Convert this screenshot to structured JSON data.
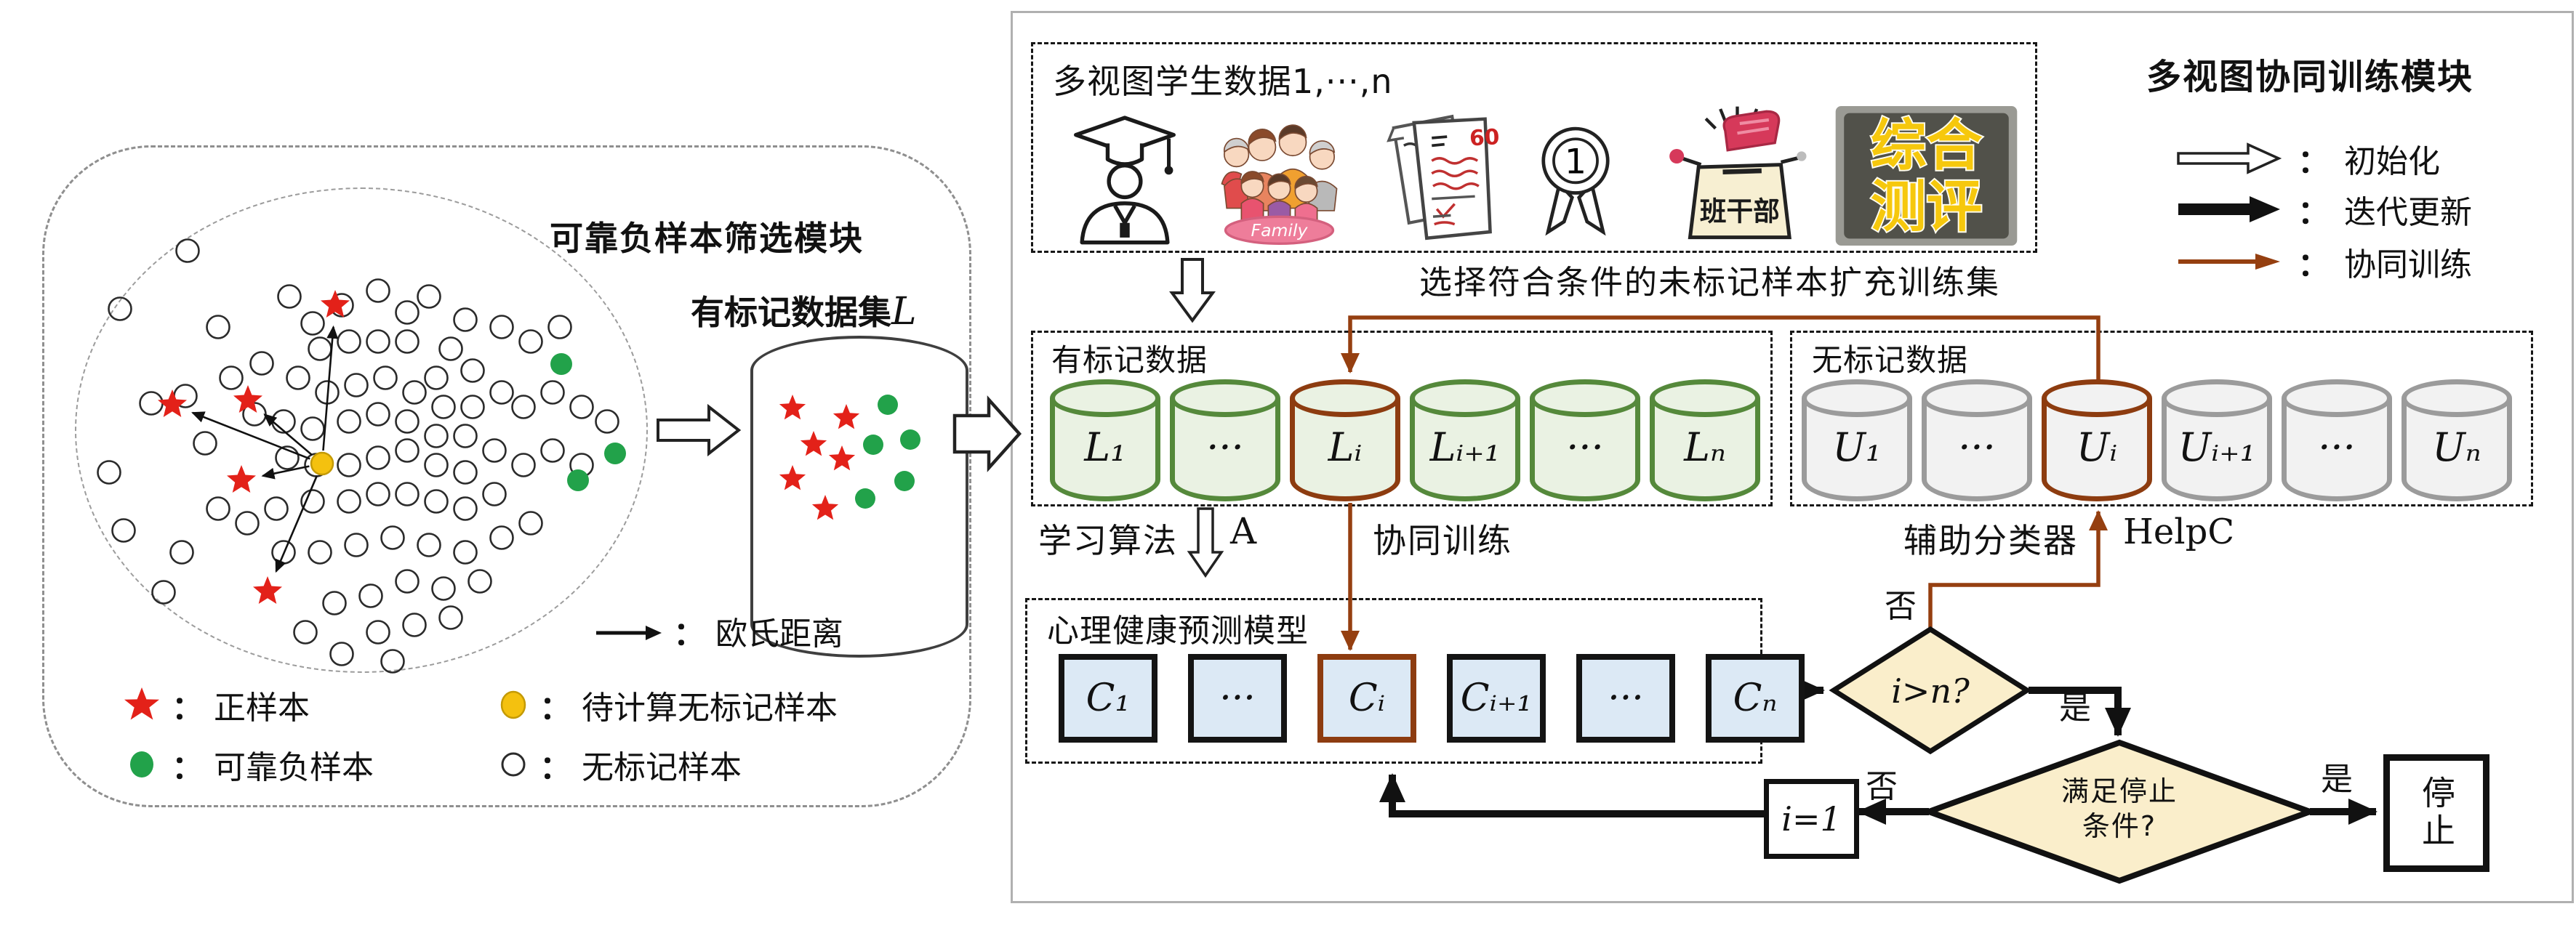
{
  "left_module": {
    "title": "可靠负样本筛选模块",
    "dataset_label": "有标记数据集",
    "dataset_var": "L",
    "distance_legend": {
      "label": "欧氏距离",
      "colon": "："
    },
    "legend": [
      {
        "symbol": "red-star",
        "label": "正样本"
      },
      {
        "symbol": "yellow-dot",
        "label": "待计算无标记样本"
      },
      {
        "symbol": "green-dot",
        "label": "可靠负样本"
      },
      {
        "symbol": "hollow-circle",
        "label": "无标记样本"
      }
    ],
    "scatter": {
      "circles": [
        [
          258,
          345
        ],
        [
          165,
          425
        ],
        [
          208,
          555
        ],
        [
          150,
          650
        ],
        [
          170,
          730
        ],
        [
          225,
          815
        ],
        [
          250,
          760
        ],
        [
          300,
          700
        ],
        [
          282,
          610
        ],
        [
          255,
          545
        ],
        [
          318,
          520
        ],
        [
          360,
          500
        ],
        [
          300,
          450
        ],
        [
          398,
          408
        ],
        [
          430,
          445
        ],
        [
          470,
          420
        ],
        [
          520,
          400
        ],
        [
          560,
          430
        ],
        [
          590,
          408
        ],
        [
          640,
          440
        ],
        [
          690,
          450
        ],
        [
          730,
          470
        ],
        [
          770,
          450
        ],
        [
          620,
          480
        ],
        [
          650,
          510
        ],
        [
          600,
          520
        ],
        [
          560,
          470
        ],
        [
          520,
          470
        ],
        [
          480,
          470
        ],
        [
          440,
          480
        ],
        [
          410,
          520
        ],
        [
          450,
          540
        ],
        [
          490,
          530
        ],
        [
          530,
          520
        ],
        [
          570,
          540
        ],
        [
          610,
          560
        ],
        [
          650,
          560
        ],
        [
          690,
          540
        ],
        [
          720,
          560
        ],
        [
          760,
          540
        ],
        [
          800,
          560
        ],
        [
          835,
          580
        ],
        [
          640,
          600
        ],
        [
          600,
          600
        ],
        [
          560,
          580
        ],
        [
          520,
          570
        ],
        [
          480,
          580
        ],
        [
          430,
          590
        ],
        [
          390,
          580
        ],
        [
          350,
          570
        ],
        [
          395,
          630
        ],
        [
          435,
          640
        ],
        [
          480,
          640
        ],
        [
          520,
          630
        ],
        [
          560,
          620
        ],
        [
          600,
          640
        ],
        [
          640,
          650
        ],
        [
          680,
          620
        ],
        [
          720,
          640
        ],
        [
          760,
          620
        ],
        [
          800,
          640
        ],
        [
          680,
          680
        ],
        [
          640,
          700
        ],
        [
          600,
          690
        ],
        [
          560,
          680
        ],
        [
          520,
          680
        ],
        [
          480,
          690
        ],
        [
          430,
          690
        ],
        [
          380,
          700
        ],
        [
          340,
          720
        ],
        [
          390,
          760
        ],
        [
          440,
          760
        ],
        [
          490,
          750
        ],
        [
          540,
          740
        ],
        [
          590,
          750
        ],
        [
          640,
          760
        ],
        [
          690,
          740
        ],
        [
          730,
          720
        ],
        [
          560,
          800
        ],
        [
          610,
          810
        ],
        [
          660,
          800
        ],
        [
          510,
          820
        ],
        [
          460,
          830
        ],
        [
          420,
          870
        ],
        [
          520,
          870
        ],
        [
          570,
          860
        ],
        [
          620,
          850
        ],
        [
          470,
          900
        ],
        [
          540,
          910
        ]
      ],
      "stars": [
        [
          461,
          420
        ],
        [
          237,
          557
        ],
        [
          341,
          551
        ],
        [
          332,
          661
        ],
        [
          368,
          814
        ]
      ],
      "greens": [
        [
          772,
          501
        ],
        [
          846,
          624
        ],
        [
          795,
          661
        ]
      ],
      "target": [
        443,
        638
      ]
    },
    "cylinder_content": {
      "stars": [
        [
          1090,
          562
        ],
        [
          1164,
          575
        ],
        [
          1119,
          612
        ],
        [
          1158,
          632
        ],
        [
          1090,
          659
        ],
        [
          1135,
          700
        ]
      ],
      "greens": [
        [
          1221,
          557
        ],
        [
          1252,
          605
        ],
        [
          1201,
          612
        ],
        [
          1190,
          686
        ],
        [
          1244,
          662
        ]
      ]
    }
  },
  "right_module": {
    "title": "多视图协同训练模块",
    "legend": [
      {
        "symbol": "hollow-arrow",
        "colon": "：",
        "label": "初始化"
      },
      {
        "symbol": "black-arrow",
        "colon": "：",
        "label": "迭代更新"
      },
      {
        "symbol": "brown-arrow",
        "colon": "：",
        "label": "协同训练"
      }
    ],
    "student_data": {
      "title": "多视图学生数据1,···,n",
      "icons": [
        {
          "name": "graduate-student"
        },
        {
          "name": "family",
          "text": "Family"
        },
        {
          "name": "exam-paper",
          "score": "60"
        },
        {
          "name": "medal",
          "rank": "1"
        },
        {
          "name": "ballot-box",
          "text": "班干部"
        },
        {
          "name": "evaluation-badge",
          "line1": "综合",
          "line2": "测评"
        }
      ]
    },
    "select_text": "选择符合条件的未标记样本扩充训练集",
    "labeled": {
      "title": "有标记数据",
      "cylinders": [
        {
          "label": "L₁"
        },
        {
          "label": "···"
        },
        {
          "label": "Lᵢ",
          "highlight": true
        },
        {
          "label": "Lᵢ₊₁"
        },
        {
          "label": "···"
        },
        {
          "label": "Lₙ"
        }
      ]
    },
    "unlabeled": {
      "title": "无标记数据",
      "cylinders": [
        {
          "label": "U₁"
        },
        {
          "label": "···"
        },
        {
          "label": "Uᵢ",
          "highlight": true
        },
        {
          "label": "Uᵢ₊₁"
        },
        {
          "label": "···"
        },
        {
          "label": "Uₙ"
        }
      ]
    },
    "algo_label": "学习算法",
    "algo_letter": "A",
    "cotrain_label": "协同训练",
    "helper_label": "辅助分类器",
    "helper_name": "HelpC",
    "model": {
      "title": "心理健康预测模型",
      "classifiers": [
        {
          "label": "C₁"
        },
        {
          "label": "···"
        },
        {
          "label": "Cᵢ",
          "highlight": true
        },
        {
          "label": "Cᵢ₊₁"
        },
        {
          "label": "···"
        },
        {
          "label": "Cₙ"
        }
      ]
    },
    "decision1": "i>n?",
    "decision2_line1": "满足停止",
    "decision2_line2": "条件?",
    "yes": "是",
    "no": "否",
    "reset_label": "i=1",
    "stop_label": "停止"
  },
  "colors": {
    "accent_brown": "#953f10",
    "green_cylinder_border": "#55893b",
    "grey_cylinder_border": "#9b9b9b",
    "diamond_fill": "#faeecb",
    "classifier_fill": "#dce9f5",
    "star_red": "#e32119",
    "dot_green": "#22a24a",
    "dot_yellow": "#f4c10f"
  }
}
